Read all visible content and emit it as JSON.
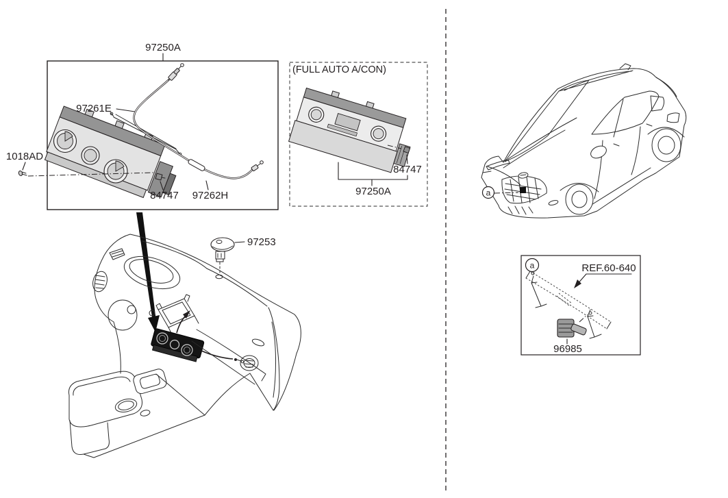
{
  "diagram": {
    "manual_box": {
      "assembly_label": "97250A",
      "rod_label": "97261E",
      "screw_label": "84747",
      "cable_label": "97262H",
      "fastener_label": "1018AD"
    },
    "full_auto_box": {
      "caption": "(FULL AUTO A/CON)",
      "screw_label": "84747",
      "assembly_label": "97250A"
    },
    "dash_section": {
      "photo_sensor_label": "97253"
    },
    "vehicle": {
      "callout": "a"
    },
    "detail_box": {
      "callout": "a",
      "ref_label": "REF.60-640",
      "sensor_label": "96985"
    },
    "colors": {
      "line": "#231f20",
      "panel_light": "#e3e3e3",
      "panel_mid": "#bdbdbd",
      "panel_dark": "#8f8f8f",
      "highlight_black": "#111111"
    }
  }
}
